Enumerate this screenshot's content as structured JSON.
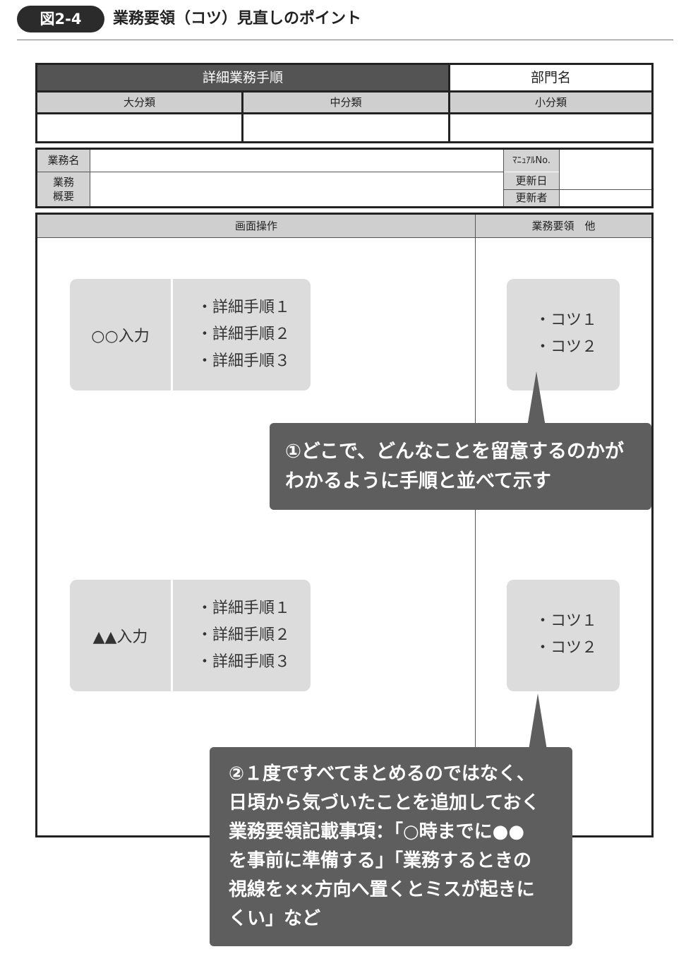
{
  "header": {
    "figure_number": "図2-4",
    "title": "業務要領（コツ）見直しのポイント"
  },
  "table1": {
    "title": "詳細業務手順",
    "department": "部門名",
    "col1": "大分類",
    "col2": "中分類",
    "col3": "小分類"
  },
  "table2": {
    "task_name_label": "業務名",
    "overview_label_1": "業務",
    "overview_label_2": "概要",
    "manual_no_label": "ﾏﾆｭｱﾙNo.",
    "updated_date_label": "更新日",
    "updated_by_label": "更新者"
  },
  "table3": {
    "screen_ops": "画面操作",
    "tips_header": "業務要領　他"
  },
  "step1": {
    "label": "○○入力",
    "items": [
      "・詳細手順１",
      "・詳細手順２",
      "・詳細手順３"
    ],
    "tips": [
      "・コツ１",
      "・コツ２"
    ]
  },
  "step2": {
    "label": "▲▲入力",
    "items": [
      "・詳細手順１",
      "・詳細手順２",
      "・詳細手順３"
    ],
    "tips": [
      "・コツ１",
      "・コツ２"
    ]
  },
  "callout1": {
    "lines": [
      "①どこで、どんなことを留意するのかが",
      "わかるように手順と並べて示す"
    ]
  },
  "callout2": {
    "lines": [
      "②１度ですべてまとめるのではなく、",
      "日頃から気づいたことを追加しておく",
      "業務要領記載事項：「○時までに●●",
      "を事前に準備する」「業務するときの",
      "視線を××方向へ置くとミスが起きに",
      "くい」など"
    ]
  },
  "colors": {
    "dark_header": "#545454",
    "grey_header": "#cfcfcf",
    "box": "#dcdcdc",
    "callout": "#5e5e5e"
  }
}
